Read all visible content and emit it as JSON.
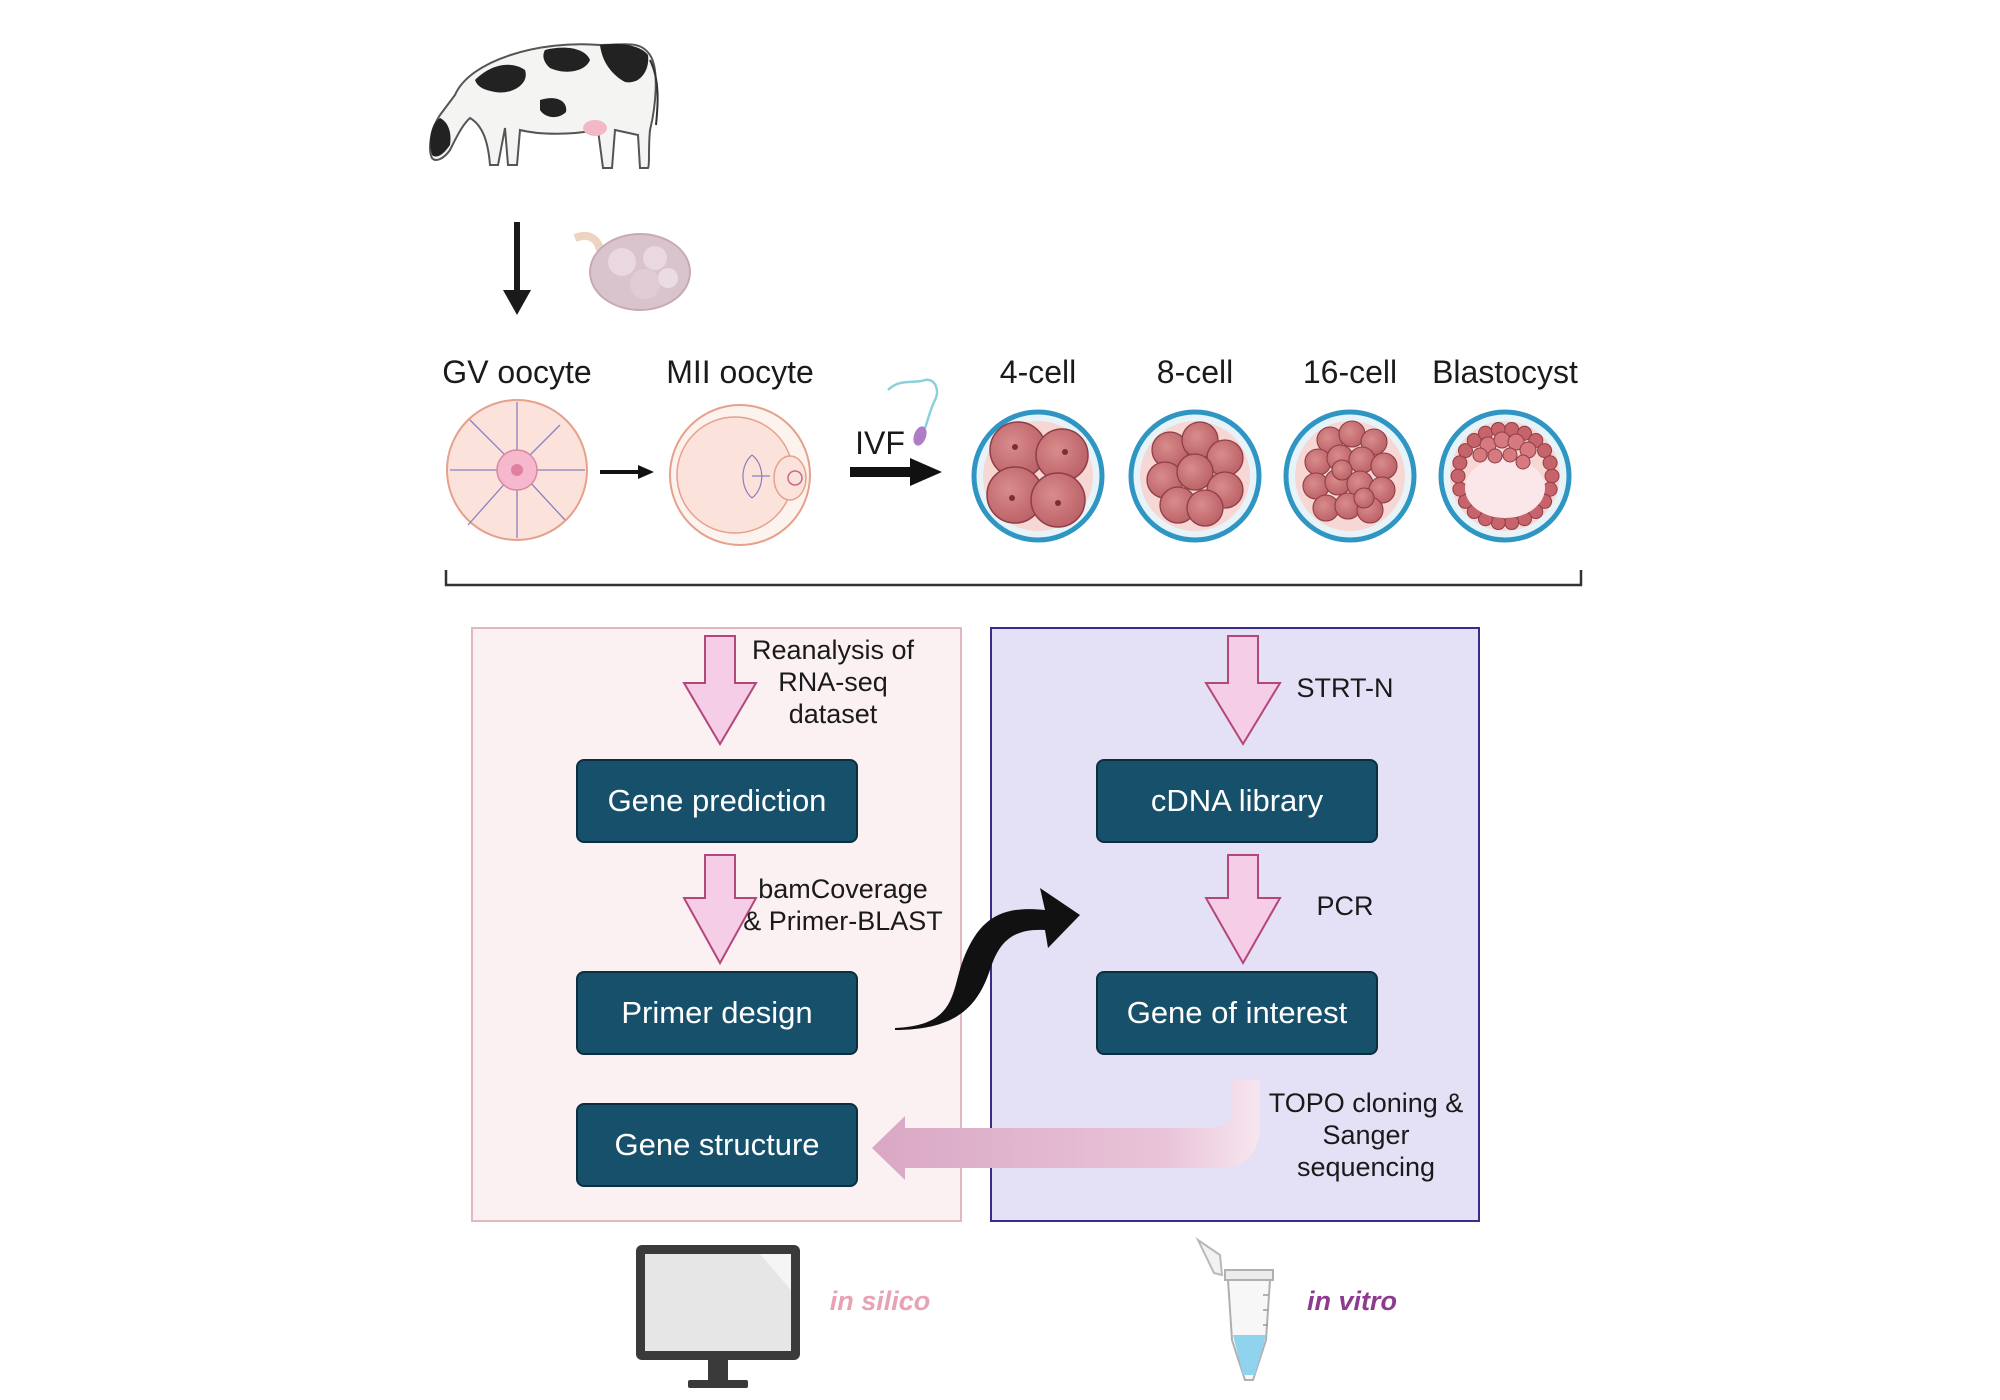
{
  "stages": {
    "gv": "GV oocyte",
    "mii": "MII oocyte",
    "ivf": "IVF",
    "cell4": "4-cell",
    "cell8": "8-cell",
    "cell16": "16-cell",
    "blastocyst": "Blastocyst"
  },
  "in_silico": {
    "step1": [
      "Reanalysis of",
      "RNA-seq",
      "dataset"
    ],
    "box1": "Gene prediction",
    "step2": [
      "bamCoverage",
      "& Primer-BLAST"
    ],
    "box2": "Primer design",
    "box3": "Gene structure",
    "caption": "in silico"
  },
  "in_vitro": {
    "step1": "STRT-N",
    "box1": "cDNA library",
    "step2": "PCR",
    "box2": "Gene of interest",
    "step3": [
      "TOPO cloning &",
      "Sanger",
      "sequencing"
    ],
    "caption": "in vitro"
  },
  "colors": {
    "box_fill": "#17506b",
    "silico_panel": "#fbf1f2",
    "vitro_panel": "#e4e0f6",
    "silico_caption": "#e8a3b3",
    "vitro_caption": "#8e3a8f",
    "pink_arrow": "#f6cde6"
  },
  "icons": [
    "cow-icon",
    "ovary-icon",
    "sperm-icon",
    "monitor-icon",
    "microtube-icon"
  ]
}
